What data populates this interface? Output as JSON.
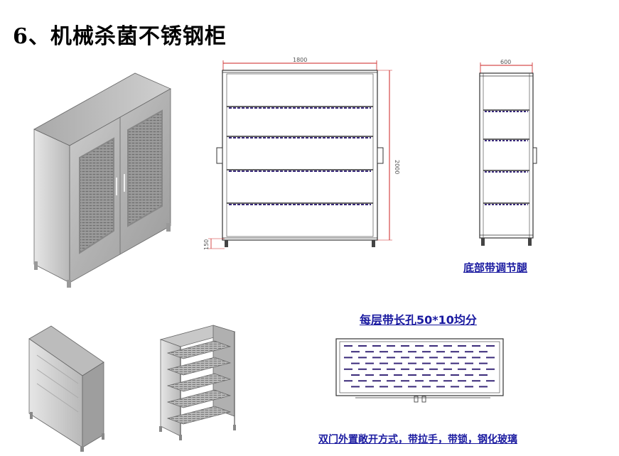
{
  "title": "6、机械杀菌不锈钢柜",
  "dimensions": {
    "front_width": "1800",
    "front_height": "2000",
    "leg_height": "150",
    "side_depth": "600"
  },
  "captions": {
    "legs": "底部带调节腿",
    "holes": "每层带长孔50*10均分",
    "doors": "双门外置敞开方式，带拉手，带锁，钢化玻璃"
  },
  "colors": {
    "line": "#333333",
    "dimension_line": "#cc2222",
    "shelf_dash": "#3a2a7a",
    "caption": "#1a1aa0",
    "steel_light": "#d8d8d8",
    "steel_dark": "#8f8f8f"
  }
}
